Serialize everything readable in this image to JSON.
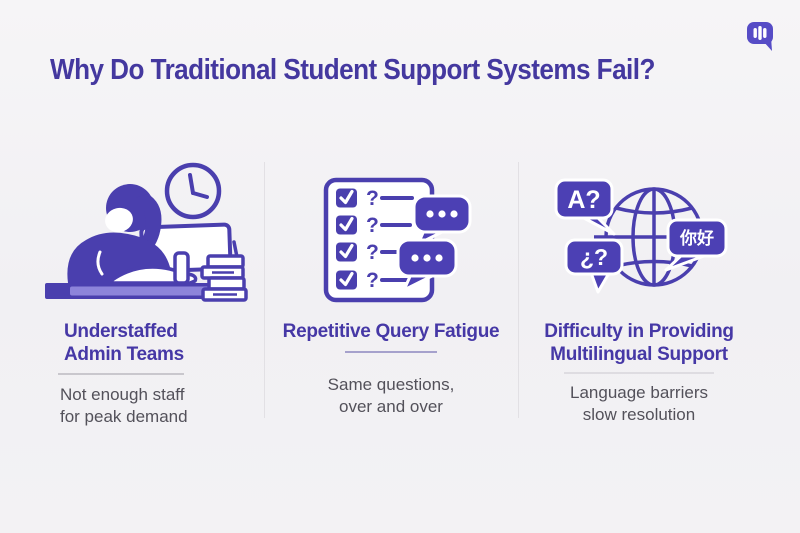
{
  "page": {
    "background": "#f2f1f4",
    "accent_purple": "#4a3fae",
    "title_color": "#44389f",
    "heading_color": "#4638a6",
    "body_text_color": "#53515a",
    "logo_color": "#564cc6"
  },
  "header": {
    "title": "Why Do Traditional Student Support Systems Fail?",
    "logo_icon": "voice-chat-bubble-icon"
  },
  "columns": [
    {
      "id": "understaffed-admin-teams",
      "illustration": "overworked-admin-at-desk",
      "heading_lines": [
        "Understaffed",
        "Admin Teams"
      ],
      "description_lines": [
        "Not enough staff",
        "for peak demand"
      ]
    },
    {
      "id": "repetitive-query-fatigue",
      "illustration": "checklist-with-chat-bubbles",
      "heading_lines": [
        "Repetitive Query Fatigue"
      ],
      "description_lines": [
        "Same questions,",
        "over and over"
      ]
    },
    {
      "id": "multilingual-support",
      "illustration": "globe-with-language-bubbles",
      "heading_lines": [
        "Difficulty in Providing",
        "Multilingual Support"
      ],
      "description_lines": [
        "Language barriers",
        "slow resolution"
      ]
    }
  ],
  "illustration_text": {
    "question_mark": "?",
    "bubble_english": "A?",
    "bubble_spanish": "¿?",
    "bubble_chinese": "你好"
  }
}
